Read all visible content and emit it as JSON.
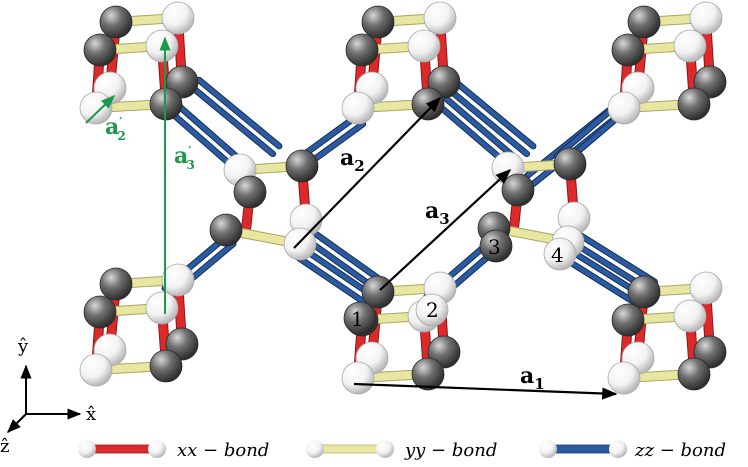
{
  "colors": {
    "xx_bond": "#dc2a2a",
    "yy_bond": "#e8e6a0",
    "zz_bond": "#2c5aa0",
    "atom_dark": "#555555",
    "atom_light": "#f2f2f2",
    "vector_black": "#000000",
    "vector_green": "#1a9a4a"
  },
  "vectors": {
    "a1": {
      "base": "a",
      "sub": "1"
    },
    "a2": {
      "base": "a",
      "sub": "2"
    },
    "a3": {
      "base": "a",
      "sub": "3"
    },
    "a2p": {
      "base": "a",
      "sub": "2",
      "prime": "′"
    },
    "a3p": {
      "base": "a",
      "sub": "3",
      "prime": "′"
    }
  },
  "sites": [
    "1",
    "2",
    "3",
    "4"
  ],
  "axes": {
    "y": "ŷ",
    "x": "x̂",
    "z": "ẑ"
  },
  "legend": [
    {
      "key": "xx",
      "label": "xx − bond"
    },
    {
      "key": "yy",
      "label": "yy − bond"
    },
    {
      "key": "zz",
      "label": "zz − bond"
    }
  ]
}
